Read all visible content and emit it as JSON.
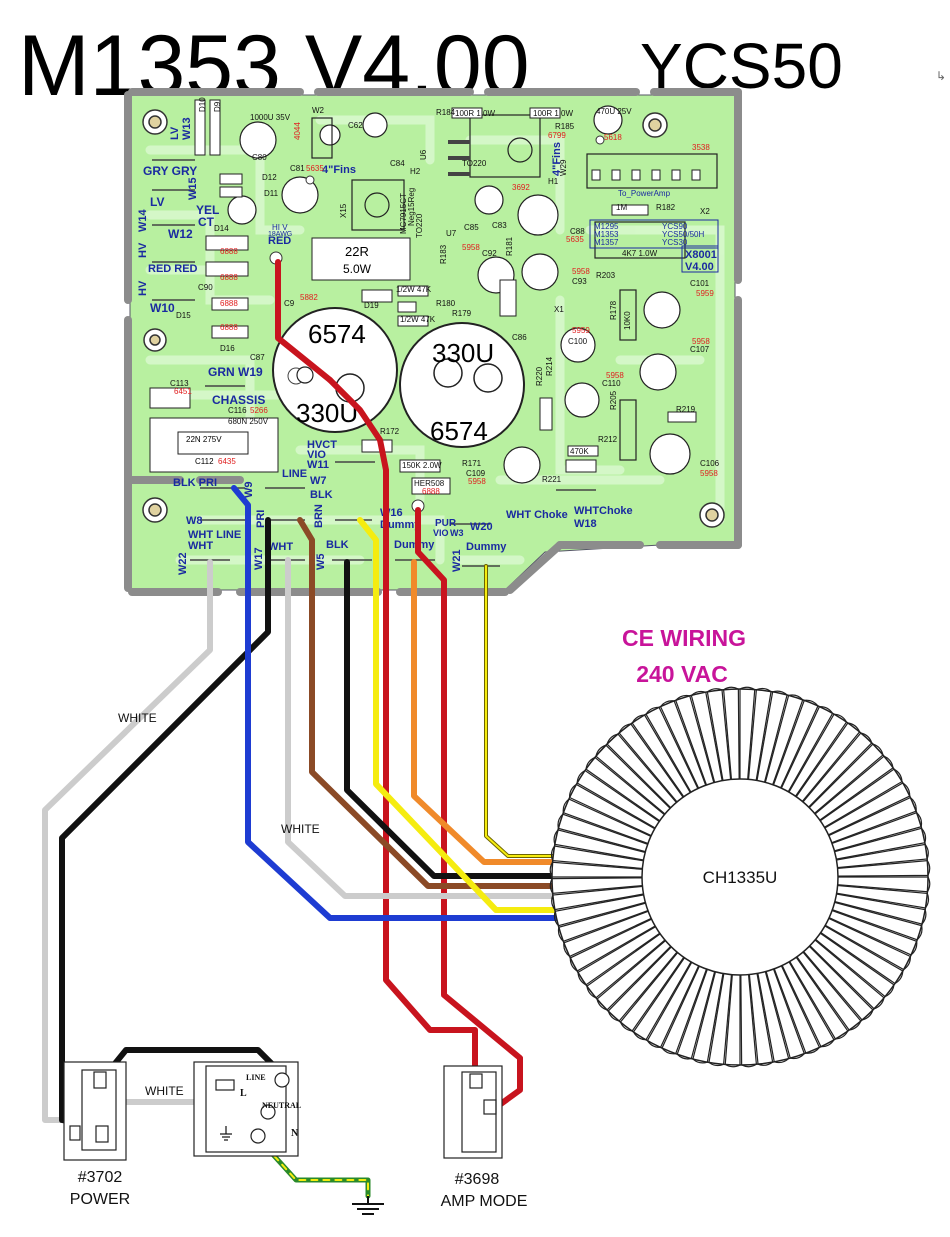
{
  "header": {
    "model": "M1353 V4.00",
    "product": "YCS50"
  },
  "wiring": {
    "title_line1": "CE WIRING",
    "title_line2": "240 VAC",
    "transformer": "CH1335U",
    "wire_label_left": "WHITE",
    "wire_label_mid": "WHITE",
    "wire_label_bottom": "WHITE"
  },
  "connectors": {
    "power_number": "#3702",
    "power_name": "POWER",
    "amp_number": "#3698",
    "amp_name": "AMP MODE",
    "socket_line": "LINE",
    "socket_neutral": "NEUTRAL",
    "socket_L": "L",
    "socket_N": "N"
  },
  "board": {
    "silk": {
      "w13": "W13",
      "lv": "LV",
      "gry_gry": "GRY GRY",
      "w15": "W15",
      "w14": "W14",
      "hv": "HV",
      "lv2": "LV",
      "yel": "YEL",
      "ct": "CT",
      "w12": "W12",
      "hv2": "HV",
      "red_red": "RED RED",
      "w10": "W10",
      "grn_w19": "GRN W19",
      "chassis": "CHASSIS",
      "hvct": "HVCT",
      "vio": "VIO",
      "w11": "W11",
      "line_w7": "LINE",
      "w7": "W7",
      "blk": "BLK",
      "brn": "BRN",
      "blk_pri": "BLK PRI",
      "w9": "W9",
      "pri": "PRI",
      "w8": "W8",
      "wht_line": "WHT LINE",
      "wht": "WHT",
      "w22": "W22",
      "w17": "W17",
      "wht2": "WHT",
      "w5": "W5",
      "blk2": "BLK",
      "w16": "W16",
      "dummy": "Dummy",
      "pur": "PUR",
      "vio3": "VIO",
      "w3": "W3",
      "w20": "W20",
      "wht_choke": "WHT Choke",
      "wht_choke2": "WHTChoke",
      "w18": "W18",
      "dummy2": "Dummy",
      "w21": "W21",
      "dummy3": "Dummy",
      "red_label": "RED",
      "hiv": "HI V",
      "awg": "18AWG",
      "fins1": "4\"Fins",
      "fins2": "4\"Fins",
      "to_power": "To_PowerAmp",
      "x8001": "X8001",
      "v400": "V4.00",
      "m1295": "M1295",
      "m1353": "M1353",
      "m1357": "M1357",
      "ycs90": "YCS90",
      "ycs50h": "YCS50/50H",
      "ycs30": "YCS30"
    },
    "components": {
      "cap_big1_a": "6574",
      "cap_big1_b": "330U",
      "cap_big2_a": "330U",
      "cap_big2_b": "6574",
      "res_22r": "22R",
      "res_5w": "5.0W",
      "c80": "1000U 35V",
      "c80n": "C80",
      "r184": "R184",
      "r100a": "100R 1.0W",
      "r100b": "100R 1.0W",
      "r185": "R185",
      "c89": "470U 25V",
      "r182": "R182",
      "r1m": "1M",
      "x2": "X2",
      "r4k7": "4K7 1.0W",
      "r203": "R203",
      "r22n": "22N 275V",
      "c112": "C112",
      "c113": "C113",
      "c116": "C116",
      "c680": "680N 250V",
      "r150k": "150K 2.0W",
      "r171": "R171",
      "c109": "C109",
      "her508": "HER508",
      "r172": "R172",
      "r470k": "470K",
      "r212": "R212",
      "r219": "R219",
      "c106": "C106",
      "c101": "C101",
      "c107": "C107",
      "r178": "R178",
      "r10k": "10K0",
      "r205": "R205",
      "r1w47k_a": "1/2W 47K",
      "r1w47k_b": "1/2W 47K",
      "r179": "R179",
      "r180": "R180",
      "c93": "C93",
      "c100": "C100",
      "c110": "C110",
      "r220": "R220",
      "r214": "R214",
      "r221": "R221",
      "u7": "U7",
      "u6": "U6",
      "h2": "H2",
      "d19": "D19",
      "d14": "D14",
      "d15": "D15",
      "d16": "D16",
      "c90": "C90",
      "c87": "C87",
      "c9": "C9",
      "to220a": "TO220",
      "to220b": "TO220",
      "mc7915": "MC7915CT",
      "nec": "Neg15Reg",
      "c81": "C81",
      "d12": "D12",
      "d11": "D11",
      "d10": "D10",
      "d9": "D9",
      "c62": "C62",
      "c84": "C84",
      "c85": "C85",
      "c83": "C83",
      "c92": "C92",
      "r181": "R181",
      "r183": "R183",
      "c88": "C88",
      "x1": "X1",
      "c86": "C86",
      "w2": "W2",
      "w29": "W29",
      "h1": "H1",
      "x15": "X15"
    },
    "part_codes": {
      "p5635a": "5635",
      "p5618": "5618",
      "p3538": "3538",
      "p6799": "6799",
      "p3692": "3692",
      "p5958a": "5958",
      "p5635b": "5635",
      "p6888a": "6888",
      "p6888b": "6888",
      "p6888c": "6888",
      "p6888d": "6888",
      "p5882": "5882",
      "p6451": "6451",
      "p5266": "5266",
      "p6435": "6435",
      "p5958b": "5958",
      "p5959a": "5959",
      "p5959b": "5959",
      "p5958c": "5958",
      "p5958d": "5958",
      "p5958e": "5958",
      "p6888e": "6888",
      "p5958f": "5958",
      "p4044": "4044"
    }
  },
  "colors": {
    "board_fill": "#b8f0a0",
    "trace": "#d6f5c8",
    "frame": "#8c8c8c",
    "red": "#c8141e",
    "blue": "#1e3cd2",
    "black": "#111111",
    "white_wire": "#cccccc",
    "brown": "#8b4a26",
    "yellow": "#f5ec10",
    "orange": "#f08a2a",
    "olive": "#6e6400",
    "green": "#2a8a2a",
    "magenta": "#c8149a",
    "silk_blue": "#1a2aa0",
    "part_red": "#e02020"
  }
}
